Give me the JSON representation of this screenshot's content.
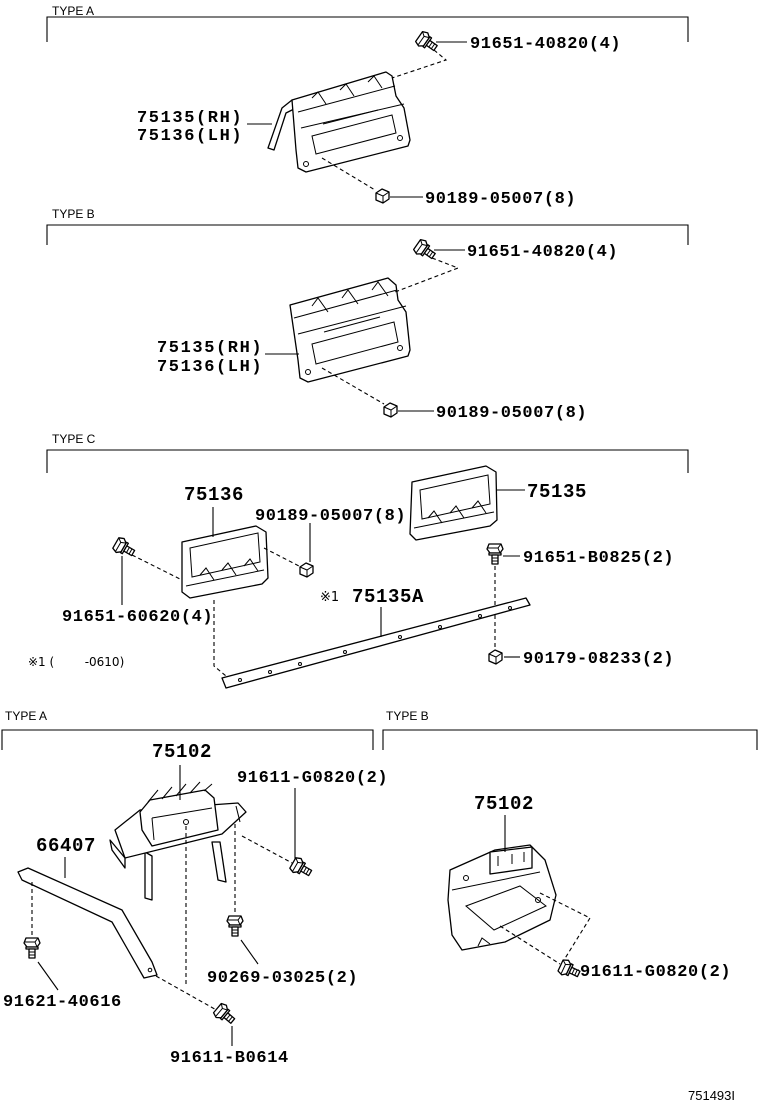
{
  "upper_type_a": {
    "label": "TYPE A",
    "bolt": "91651-40820(4)",
    "part_rh": "75135(RH)",
    "part_lh": "75136(LH)",
    "nut": "90189-05007(8)"
  },
  "upper_type_b": {
    "label": "TYPE B",
    "bolt": "91651-40820(4)",
    "part_rh": "75135(RH)",
    "part_lh": "75136(LH)",
    "nut": "90189-05007(8)"
  },
  "type_c": {
    "label": "TYPE C",
    "plate_left": "75136",
    "clip": "90189-05007(8)",
    "plate_right": "75135",
    "bolt_right": "91651-B0825(2)",
    "strip_mark": "※1",
    "strip": "75135A",
    "bolt_left": "91651-60620(4)",
    "nut_right": "90179-08233(2)",
    "footnote": "※1 (        -0610)"
  },
  "lower_type_a": {
    "label": "TYPE A",
    "bracket": "75102",
    "bolt_bracket": "91611-G0820(2)",
    "stay": "66407",
    "screw": "90269-03025(2)",
    "bolt_stay": "91621-40616",
    "bolt_bottom": "91611-B0614"
  },
  "lower_type_b": {
    "label": "TYPE B",
    "bracket": "75102",
    "bolt": "91611-G0820(2)"
  },
  "diagram_code": "751493I",
  "colors": {
    "line": "#000000",
    "background": "#ffffff"
  }
}
